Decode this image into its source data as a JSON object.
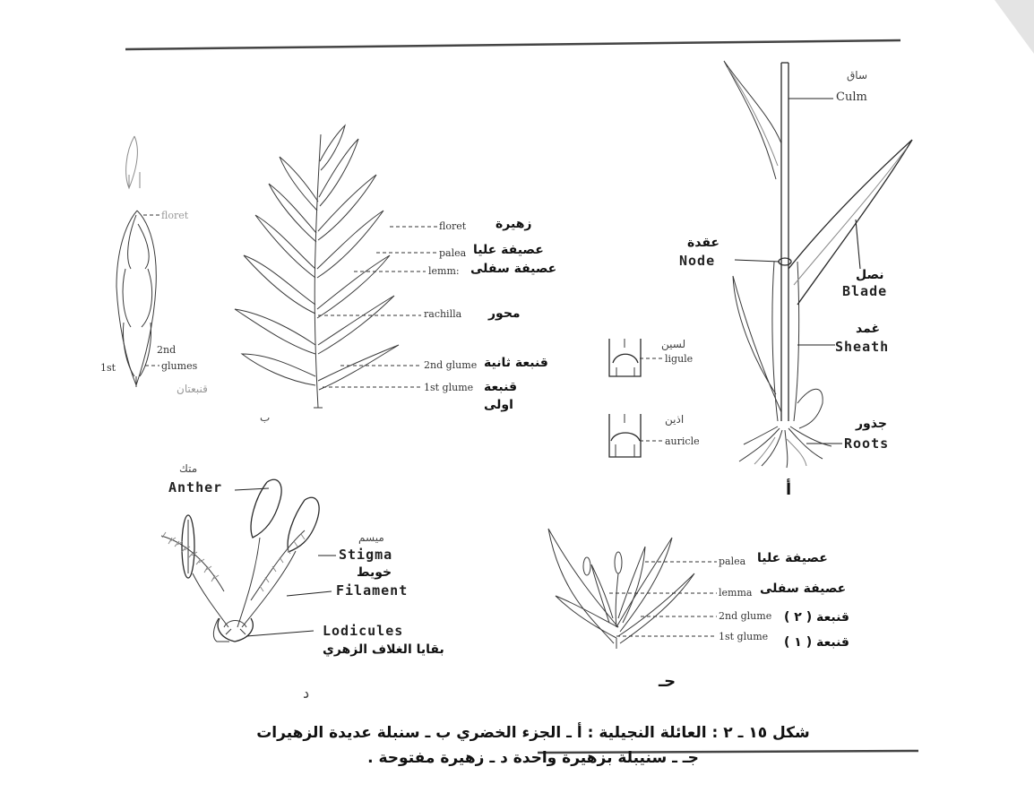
{
  "figure": {
    "caption_line1": "شكل ١٥ ـ ٢ : العائلة النجيلية : أ ـ الجزء الخضري ب ـ سنبلة عديدة الزهيرات",
    "caption_line2": "جـ ـ سنيبلة بزهيرة واحدة د ـ زهيرة مفتوحة ."
  },
  "panel_a": {
    "letter": "أ",
    "culm_en": "Culm",
    "culm_ar": "ساق",
    "node_en": "Node",
    "node_ar": "عقدة",
    "blade_en": "Blade",
    "blade_ar": "نصل",
    "sheath_en": "Sheath",
    "sheath_ar": "غمد",
    "roots_en": "Roots",
    "roots_ar": "جذور",
    "ligule_en": "ligule",
    "ligule_ar": "لسين",
    "auricle_en": "auricle",
    "auricle_ar": "اذين"
  },
  "panel_b": {
    "letter": "ب",
    "floret_en": "floret",
    "floret_ar": "زهيرة",
    "palea_en": "palea",
    "palea_ar": "عصيفة عليا",
    "lemma_en": "lemm:",
    "lemma_ar": "عصيفة سفلى",
    "rachilla_en": "rachilla",
    "rachilla_ar": "محور",
    "glume2_en": "2nd glume",
    "glume2_ar": "قنبعة ثانية",
    "glume1_en": "1st glume",
    "glume1_ar": "قنبعة",
    "glume1_ar2": "اولى"
  },
  "spikelet_small": {
    "floret_en": "floret",
    "second_en": "2nd",
    "first_en": "1st",
    "glumes_en": "glumes",
    "glumes_ar": "قنبعتان"
  },
  "panel_c": {
    "letter": "حـ",
    "palea_en": "palea",
    "palea_ar": "عصيفة عليا",
    "lemma_en": "lemma",
    "lemma_ar": "عصيفة سفلى",
    "glume2_en": "2nd glume",
    "glume2_ar": "قنبعة ( ٢ )",
    "glume1_en": "1st glume",
    "glume1_ar": "قنبعة ( ١ )"
  },
  "panel_d": {
    "letter": "د",
    "anther_en": "Anther",
    "anther_ar": "متك",
    "stigma_en": "Stigma",
    "stigma_ar": "ميسم",
    "filament_en": "Filament",
    "filament_ar": "خويط",
    "lodicules_en": "Lodicules",
    "lodicules_ar": "بقايا الغلاف الزهري"
  }
}
